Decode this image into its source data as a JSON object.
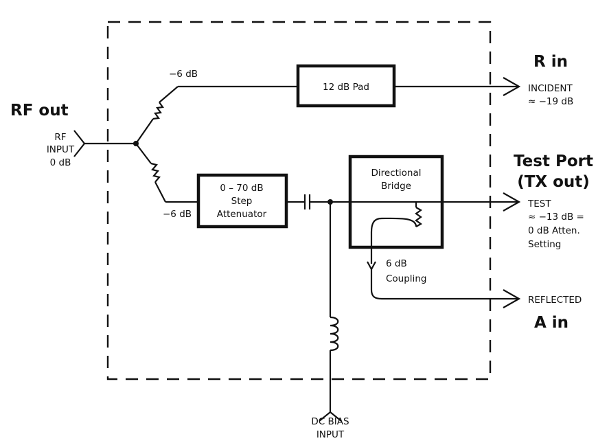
{
  "annotations": {
    "rf_out": "RF out",
    "r_in": "R in",
    "test_port_line1": "Test Port",
    "test_port_line2": "(TX out)",
    "a_in": "A in"
  },
  "ports": {
    "rf_input": [
      "RF",
      "INPUT",
      "0 dB"
    ],
    "incident": [
      "INCIDENT",
      "≈ −19 dB"
    ],
    "test": [
      "TEST",
      "≈ −13 dB =",
      "0 dB Atten.",
      "Setting"
    ],
    "reflected": "REFLECTED",
    "dc_bias": [
      "DC BIAS",
      "INPUT"
    ]
  },
  "components": {
    "pad": "12 dB Pad",
    "attenuator": [
      "0 – 70 dB",
      "Step",
      "Attenuator"
    ],
    "bridge": [
      "Directional",
      "Bridge"
    ],
    "coupling": [
      "6 dB",
      "Coupling"
    ]
  },
  "levels": {
    "upper_split": "−6 dB",
    "lower_split": "−6 dB"
  }
}
